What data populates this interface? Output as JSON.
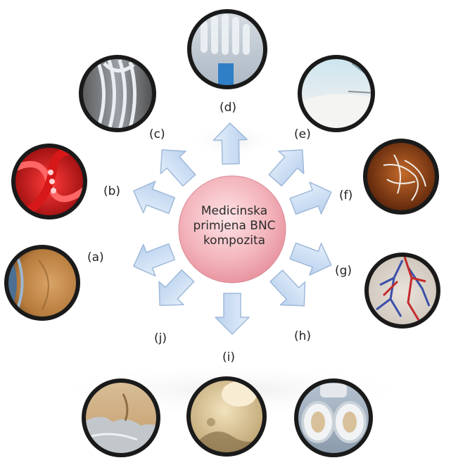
{
  "center": {
    "line1": "Medicinska",
    "line2": "primjena BNC",
    "line3": "kompozita"
  },
  "labels": {
    "a": "(a)",
    "b": "(b)",
    "c": "(c)",
    "d": "(d)",
    "e": "(e)",
    "f": "(f)",
    "g": "(g)",
    "h": "(h)",
    "i": "(i)",
    "j": "(j)"
  },
  "colors": {
    "center_fill": "#f3b5bc",
    "arrow_fill": "#c8dcf2",
    "arrow_stroke": "#9fb9d9",
    "ring": "#1a1a1a"
  },
  "images": [
    "eye-icon",
    "blood-vessel-icon",
    "coiled-tubes-icon",
    "glove-icon",
    "wound-dressing-icon",
    "heart-icon",
    "lung-vasculature-icon",
    "knee-meniscus-icon",
    "skull-bone-icon",
    "tooth-icon"
  ]
}
